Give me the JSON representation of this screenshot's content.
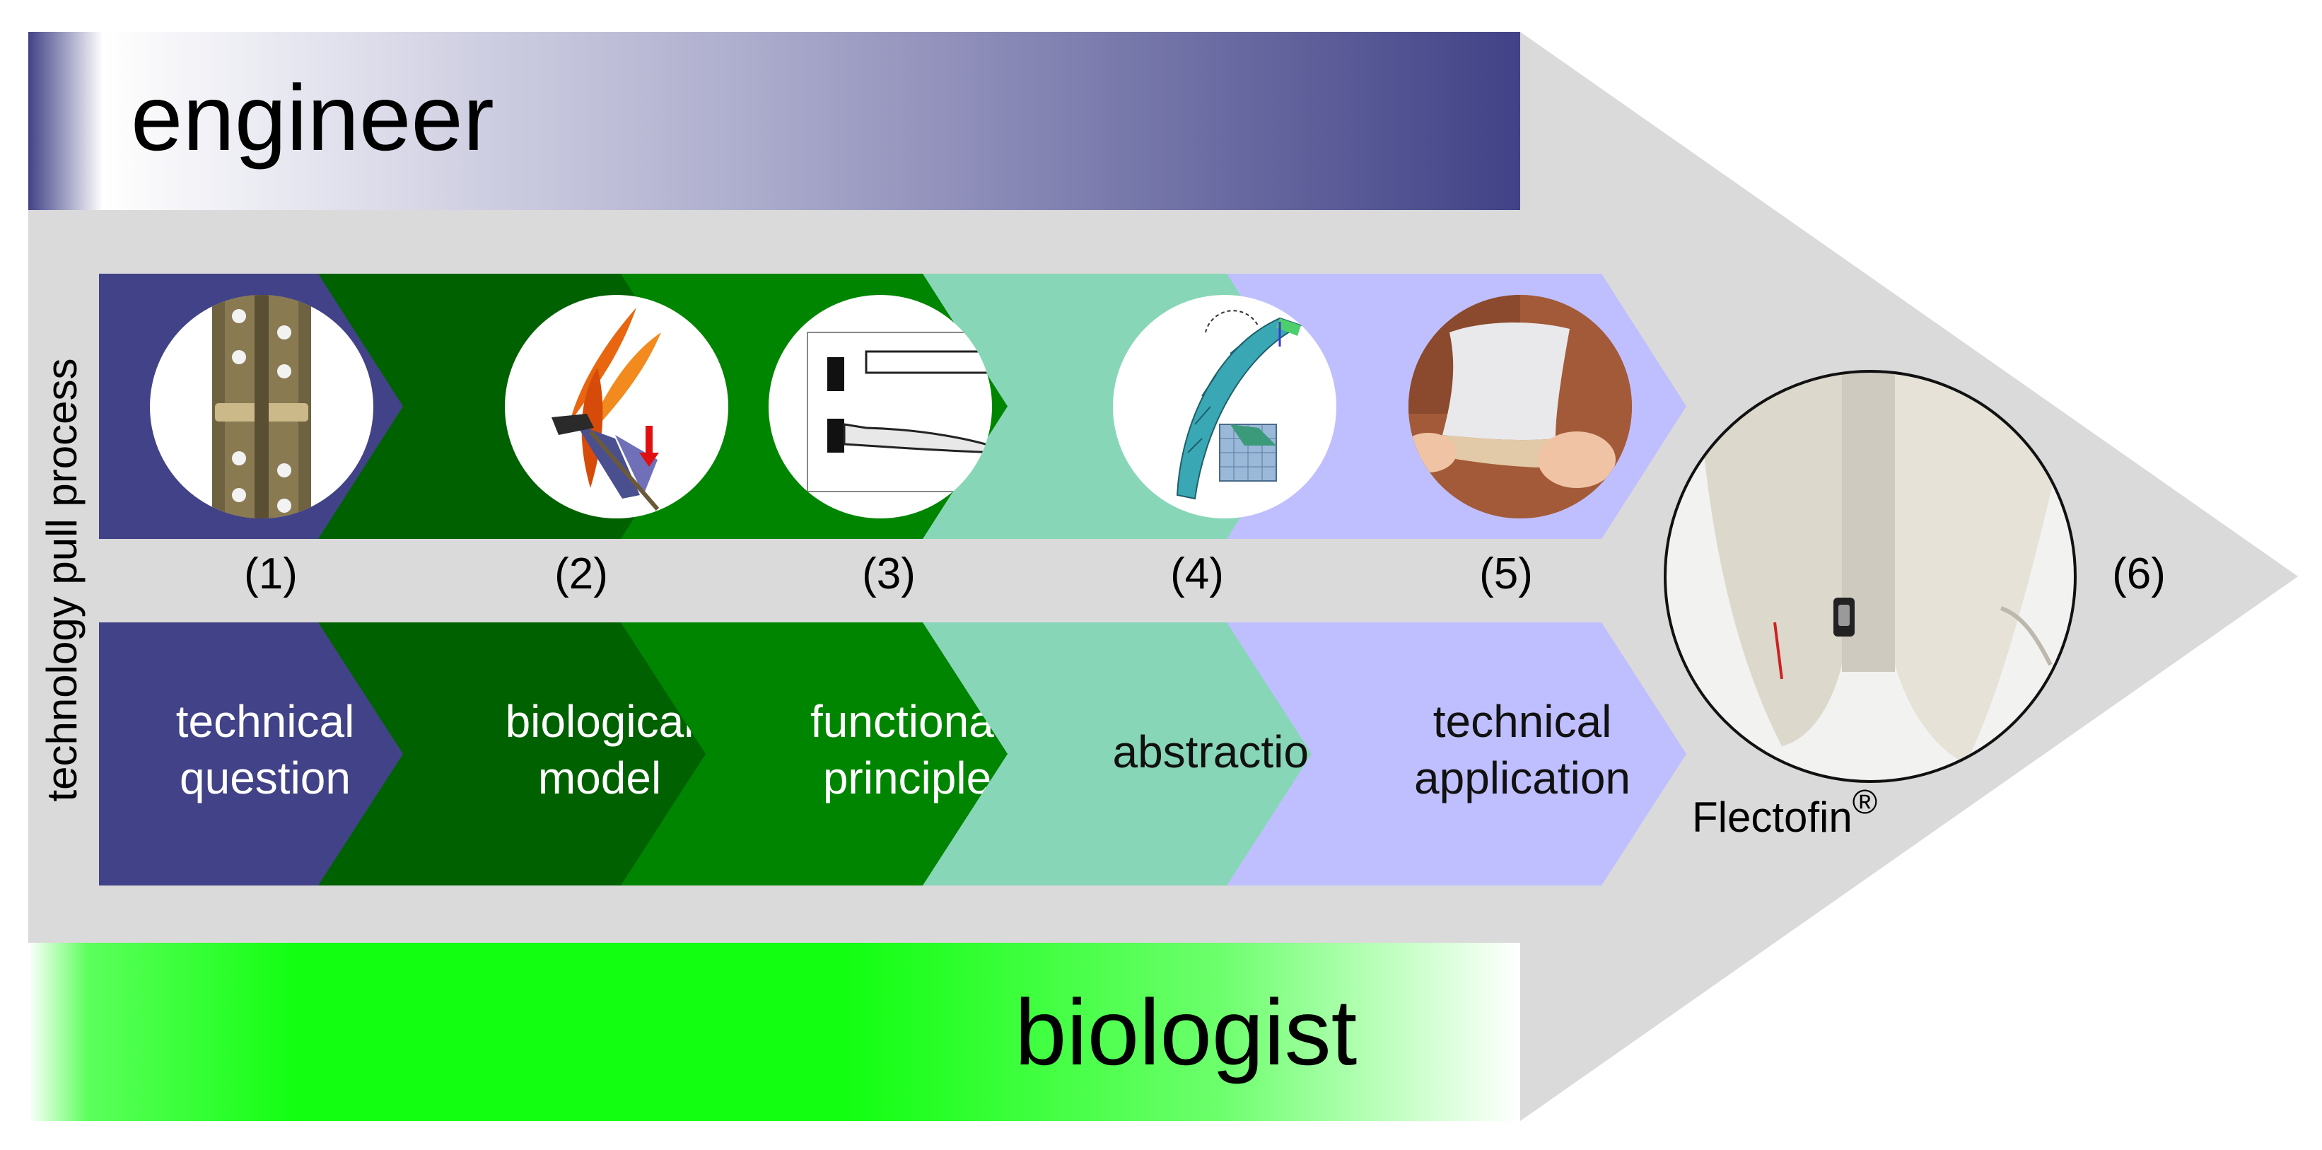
{
  "banners": {
    "engineer": "engineer",
    "biologist": "biologist"
  },
  "side_label": "technology pull process",
  "steps": [
    {
      "number": "(1)",
      "line1": "technical",
      "line2": "question",
      "color": "#414287",
      "text_color": "#ffffff",
      "image_icon": "hinge-icon"
    },
    {
      "number": "(2)",
      "line1": "biological",
      "line2": "model",
      "color": "#006100",
      "text_color": "#ffffff",
      "image_icon": "bird-of-paradise-flower-icon"
    },
    {
      "number": "(3)",
      "line1": "functional",
      "line2": "principle",
      "color": "#008500",
      "text_color": "#ffffff",
      "image_icon": "bending-beam-sketch-icon"
    },
    {
      "number": "(4)",
      "line1": "abstraction",
      "line2": "",
      "color": "#88d6b8",
      "text_color": "#111111",
      "image_icon": "fem-simulation-icon"
    },
    {
      "number": "(5)",
      "line1": "technical",
      "line2": "application",
      "color": "#bfbfff",
      "text_color": "#111111",
      "image_icon": "flexible-prototype-icon"
    }
  ],
  "final": {
    "number": "(6)",
    "name": "Flectofin",
    "mark": "®",
    "image_icon": "flectofin-facade-icon"
  },
  "colors": {
    "arrow_bg": "#dadada",
    "engineer_dark": "#414287",
    "biologist_green": "#12ff12"
  }
}
